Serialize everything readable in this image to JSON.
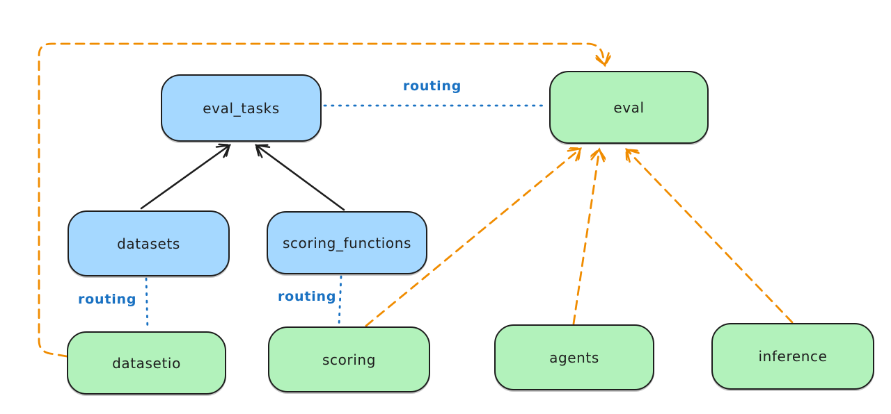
{
  "diagram": {
    "nodes": {
      "eval_tasks": {
        "label": "eval_tasks",
        "fill": "#a5d8ff"
      },
      "eval": {
        "label": "eval",
        "fill": "#b2f2bb"
      },
      "datasets": {
        "label": "datasets",
        "fill": "#a5d8ff"
      },
      "scoring_functions": {
        "label": "scoring_functions",
        "fill": "#a5d8ff"
      },
      "datasetio": {
        "label": "datasetio",
        "fill": "#b2f2bb"
      },
      "scoring": {
        "label": "scoring",
        "fill": "#b2f2bb"
      },
      "agents": {
        "label": "agents",
        "fill": "#b2f2bb"
      },
      "inference": {
        "label": "inference",
        "fill": "#b2f2bb"
      }
    },
    "edge_labels": {
      "routing_eval": "routing",
      "routing_datasetio": "routing",
      "routing_scoring": "routing"
    },
    "edges": [
      {
        "from": "datasets",
        "to": "eval_tasks",
        "style": "solid-arrow",
        "color": "#1e1e1e"
      },
      {
        "from": "scoring_functions",
        "to": "eval_tasks",
        "style": "solid-arrow",
        "color": "#1e1e1e"
      },
      {
        "from": "eval_tasks",
        "to": "eval",
        "style": "dotted-line",
        "color": "#1971c2",
        "label": "routing"
      },
      {
        "from": "datasets",
        "to": "datasetio",
        "style": "dotted-line",
        "color": "#1971c2",
        "label": "routing"
      },
      {
        "from": "scoring_functions",
        "to": "scoring",
        "style": "dotted-line",
        "color": "#1971c2",
        "label": "routing"
      },
      {
        "from": "datasetio",
        "to": "eval",
        "style": "dashed-arrow",
        "color": "#f08c00"
      },
      {
        "from": "scoring",
        "to": "eval",
        "style": "dashed-arrow",
        "color": "#f08c00"
      },
      {
        "from": "agents",
        "to": "eval",
        "style": "dashed-arrow",
        "color": "#f08c00"
      },
      {
        "from": "inference",
        "to": "eval",
        "style": "dashed-arrow",
        "color": "#f08c00"
      }
    ],
    "colors": {
      "node_border": "#1e1e1e",
      "blue_fill": "#a5d8ff",
      "green_fill": "#b2f2bb",
      "routing_blue": "#1971c2",
      "arrow_black": "#1e1e1e",
      "arrow_orange": "#f08c00",
      "background": "#ffffff"
    }
  }
}
